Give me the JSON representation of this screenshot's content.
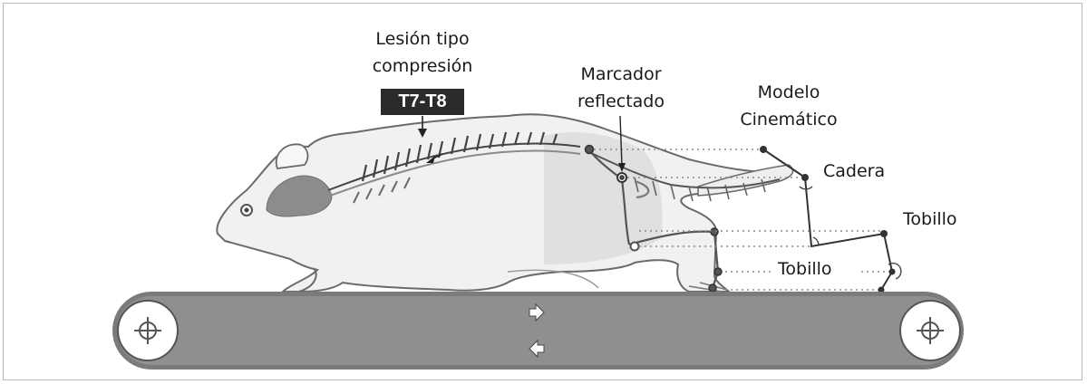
{
  "labels": {
    "lesion_line1": "Lesión tipo",
    "lesion_line2": "compresión",
    "vertebra_badge": "T7-T8",
    "marker_line1": "Marcador",
    "marker_line2": "reflectado",
    "model_line1": "Modelo",
    "model_line2": "Cinemático",
    "hip": "Cadera",
    "ankle_upper": "Tobillo",
    "ankle_lower": "Tobillo"
  },
  "colors": {
    "body_fill": "#f1f1f1",
    "body_stroke": "#6a6a6a",
    "brain_fill": "#8c8c8c",
    "belt_fill": "#8d8d8d",
    "badge_fill": "#2b2b2b",
    "model_line": "#333333"
  },
  "icons": [
    "left-roller-icon",
    "right-roller-icon",
    "forward-arrow-icon",
    "backward-arrow-icon"
  ]
}
